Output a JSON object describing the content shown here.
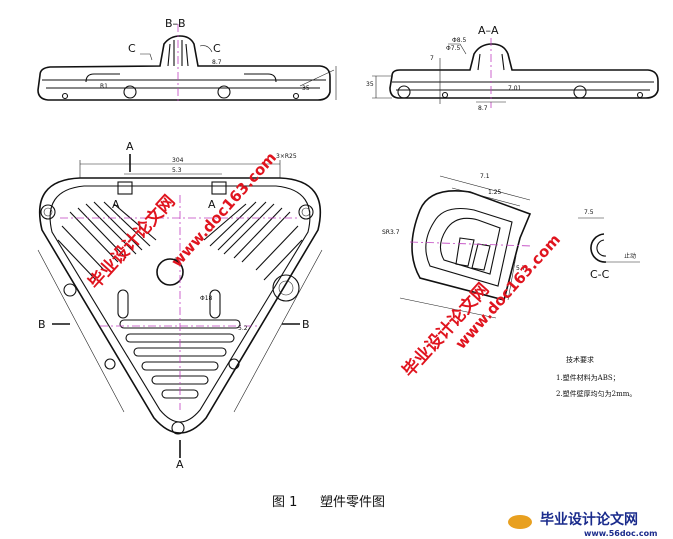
{
  "labels": {
    "section_bb": "B–B",
    "section_aa": "A–A",
    "section_cc": "C-C",
    "c": "C",
    "a": "A",
    "b": "B"
  },
  "dimensions": {
    "d_304": "304",
    "d_53": "5.3",
    "d_3r25": "3×R25",
    "d_r1": "R1",
    "d_6": "6",
    "d_phi18": "Φ18",
    "d_phi85": "Φ8.5",
    "d_phi75": "Φ7.5",
    "d_71": "7.1",
    "d_125": "1.25",
    "d_57": "5.7",
    "d_r37": "SR3.7",
    "d_87": "8.7",
    "d_701": "7.01",
    "d_75": "7.5",
    "d_35": "35",
    "d_f": "R1",
    "d_7": "7",
    "d_52": "5.2"
  },
  "notes": {
    "title": "技术要求",
    "line1": "1.塑件材料为ABS；",
    "line2": "2.塑件壁厚均匀为2mm。",
    "label_stop": "止动"
  },
  "watermark": {
    "cn": "毕业设计论文网",
    "url": "www.doc163.com"
  },
  "caption": {
    "fig_no": "图 1",
    "title": "塑件零件图"
  },
  "logo": {
    "cn": "毕业设计论文网",
    "url": "www.56doc.com"
  }
}
